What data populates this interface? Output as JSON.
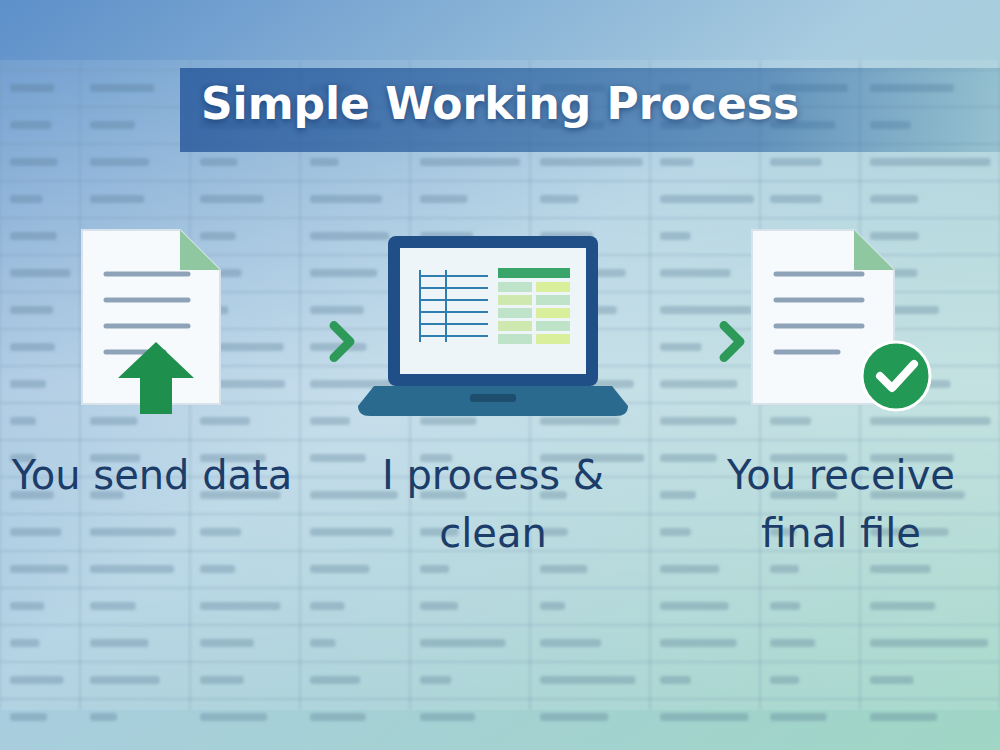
{
  "diagram": {
    "title": "Simple Working Process",
    "nodes": [
      {
        "text": [
          "You send data"
        ]
      },
      {
        "text": [
          "I process & clean"
        ]
      },
      {
        "text": [
          "You receive final file"
        ]
      }
    ],
    "edges": [
      {
        "from": 0,
        "to": 1,
        "arrow": "to"
      },
      {
        "from": 1,
        "to": 2,
        "arrow": "to"
      }
    ]
  }
}
